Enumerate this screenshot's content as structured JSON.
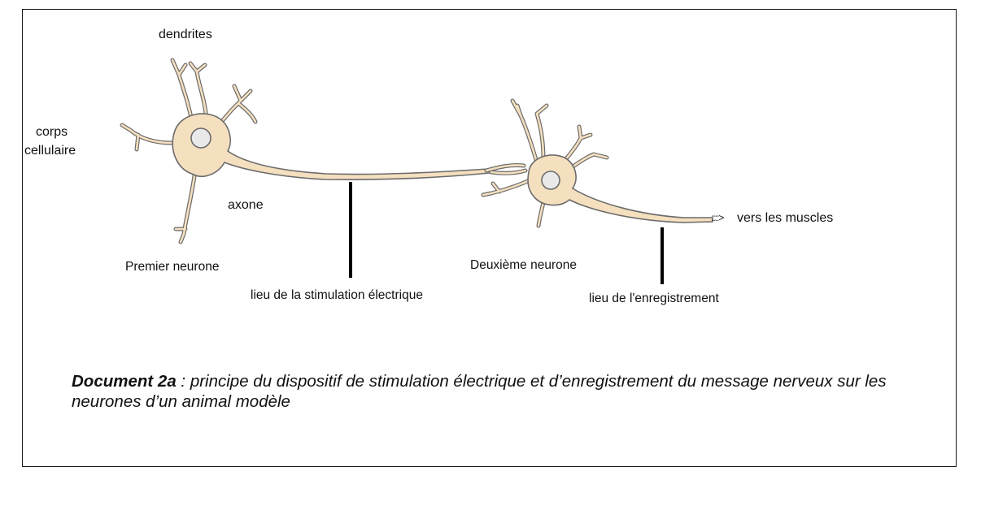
{
  "labels": {
    "dendrites": "dendrites",
    "cell_body_line1": "corps",
    "cell_body_line2": "cellulaire",
    "axon": "axone",
    "first_neuron": "Premier neurone",
    "second_neuron": "Deuxième  neurone",
    "stimulation_site": "lieu de la stimulation électrique",
    "recording_site": "lieu de l'enregistrement",
    "to_muscles": "vers les muscles",
    "arrow_glyph": "::::>"
  },
  "caption": {
    "title": "Document 2a",
    "text": " : principe du dispositif de stimulation électrique et d’enregistrement du message nerveux sur les neurones d’un animal modèle"
  },
  "colors": {
    "cell_fill": "#f4dfbf",
    "cell_stroke": "#6b6b6b",
    "nucleus_fill": "#e9e9e9",
    "electrode": "#000000",
    "frame": "#1a1a1a"
  }
}
